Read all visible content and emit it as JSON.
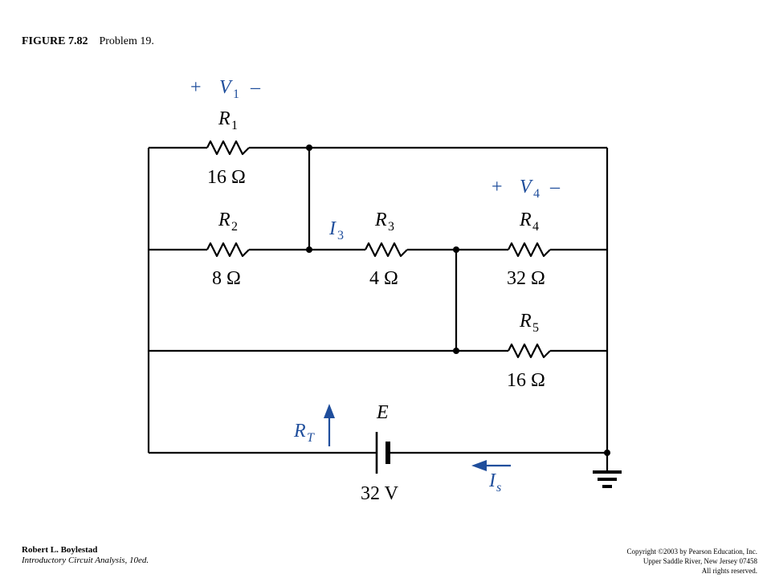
{
  "figure": {
    "number": "FIGURE 7.82",
    "title": "Problem 19."
  },
  "components": {
    "R1": {
      "name": "R",
      "sub": "1",
      "value": "16 Ω"
    },
    "R2": {
      "name": "R",
      "sub": "2",
      "value": "8 Ω"
    },
    "R3": {
      "name": "R",
      "sub": "3",
      "value": "4 Ω"
    },
    "R4": {
      "name": "R",
      "sub": "4",
      "value": "32 Ω"
    },
    "R5": {
      "name": "R",
      "sub": "5",
      "value": "16 Ω"
    },
    "source": {
      "name": "E",
      "value": "32 V"
    }
  },
  "annotations": {
    "V1": {
      "plus": "+",
      "name": "V",
      "sub": "1",
      "minus": "–"
    },
    "V4": {
      "plus": "+",
      "name": "V",
      "sub": "4",
      "minus": "–"
    },
    "I3": {
      "name": "I",
      "sub": "3"
    },
    "RT": {
      "name": "R",
      "sub": "T"
    },
    "Is": {
      "name": "I",
      "sub": "s"
    }
  },
  "colors": {
    "annotation": "#1f4e9c",
    "wire": "#000000"
  },
  "footer": {
    "author": "Robert L. Boylestad",
    "book": "Introductory Circuit Analysis, 10ed.",
    "copyright_line1": "Copyright ©2003 by Pearson Education, Inc.",
    "copyright_line2": "Upper Saddle River, New Jersey 07458",
    "copyright_line3": "All rights reserved."
  }
}
